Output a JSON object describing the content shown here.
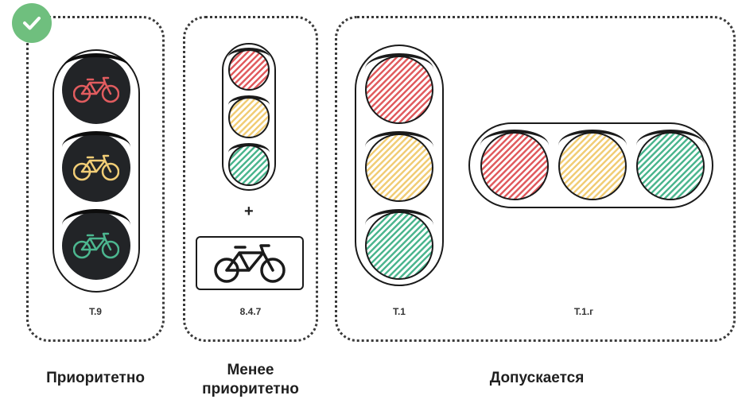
{
  "groups": [
    {
      "caption": "Приоритетно",
      "items": [
        {
          "code": "Т.9"
        }
      ]
    },
    {
      "caption_line1": "Менее",
      "caption_line2": "приоритетно",
      "plus": "+",
      "items": [
        {
          "code": "8.4.7"
        }
      ]
    },
    {
      "caption": "Допускается",
      "items": [
        {
          "code": "Т.1"
        },
        {
          "code": "Т.1.г"
        }
      ]
    }
  ],
  "colors": {
    "red": "#e15c5f",
    "yellow": "#f1cd76",
    "green": "#4cb68f",
    "check": "#6fbf7e"
  },
  "icons": {
    "check": "checkmark-icon",
    "bicycle": "bicycle-icon"
  }
}
